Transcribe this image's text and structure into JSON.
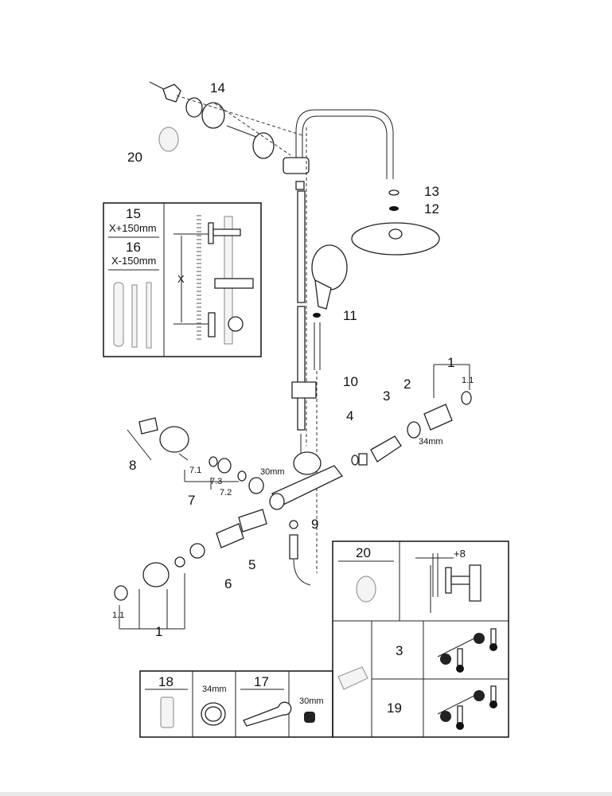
{
  "callouts": {
    "c14": "14",
    "c20": "20",
    "c13": "13",
    "c12": "12",
    "c11": "11",
    "c10": "10",
    "c1_right": "1",
    "c1_1_right": "1.1",
    "c2": "2",
    "c34mm": "34mm",
    "c3": "3",
    "c4": "4",
    "c8": "8",
    "c7_1": "7.1",
    "c7_3": "7.3",
    "c7_2": "7.2",
    "c7": "7",
    "c30mm": "30mm",
    "c9": "9",
    "c5": "5",
    "c6": "6",
    "c1_1_left": "1.1",
    "c1_left": "1"
  },
  "extension_box": {
    "part_15": "15",
    "part_15_size": "X+150mm",
    "part_16": "16",
    "part_16_size": "X-150mm",
    "dimension": "X"
  },
  "service_box": {
    "part_20": "20",
    "offset": "+8",
    "part_3": "3",
    "part_19": "19"
  },
  "tools_box": {
    "part_18": "18",
    "part_18_size": "34mm",
    "part_17": "17",
    "part_17_size": "30mm"
  }
}
